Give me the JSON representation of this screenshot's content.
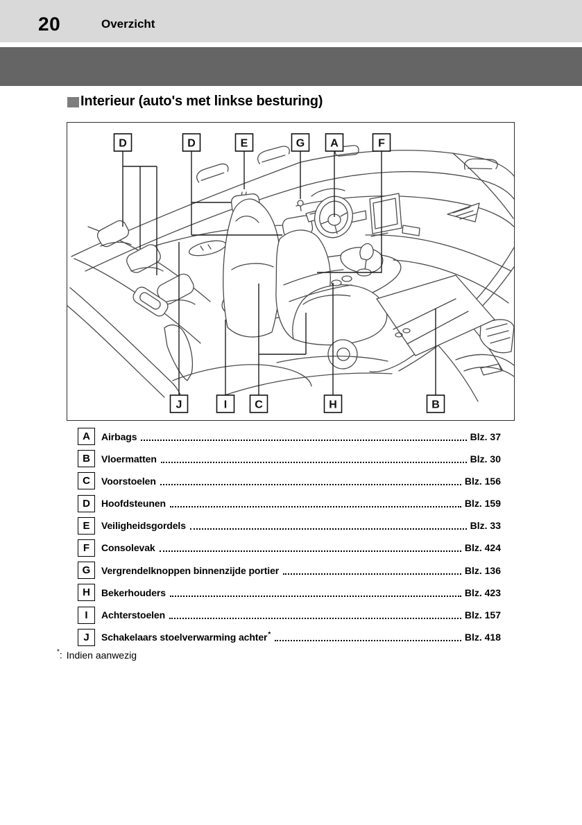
{
  "header": {
    "page_number": "20",
    "section_title": "Overzicht"
  },
  "section": {
    "title": "Interieur (auto's met linkse besturing)"
  },
  "figure": {
    "top_labels": [
      "D",
      "D",
      "E",
      "G",
      "A",
      "F"
    ],
    "bottom_labels": [
      "J",
      "I",
      "C",
      "H",
      "B"
    ]
  },
  "legend": {
    "items": [
      {
        "letter": "A",
        "label": "Airbags",
        "ref": "Blz. 37"
      },
      {
        "letter": "B",
        "label": "Vloermatten",
        "ref": "Blz. 30"
      },
      {
        "letter": "C",
        "label": "Voorstoelen",
        "ref": "Blz. 156"
      },
      {
        "letter": "D",
        "label": "Hoofdsteunen",
        "ref": "Blz. 159"
      },
      {
        "letter": "E",
        "label": "Veiligheidsgordels",
        "ref": "Blz. 33"
      },
      {
        "letter": "F",
        "label": "Consolevak",
        "ref": "Blz. 424"
      },
      {
        "letter": "G",
        "label": "Vergrendelknoppen binnenzijde portier",
        "ref": "Blz. 136"
      },
      {
        "letter": "H",
        "label": "Bekerhouders",
        "ref": "Blz. 423"
      },
      {
        "letter": "I",
        "label": "Achterstoelen",
        "ref": "Blz. 157"
      },
      {
        "letter": "J",
        "label": "Schakelaars stoelverwarming achter",
        "marker": "*",
        "ref": "Blz. 418"
      }
    ]
  },
  "footnote": {
    "marker": "*",
    "separator": ":",
    "text": "Indien aanwezig"
  },
  "colors": {
    "band_light": "#d9d9d9",
    "band_dark": "#656565",
    "bullet_gray": "#7d7d7d"
  }
}
